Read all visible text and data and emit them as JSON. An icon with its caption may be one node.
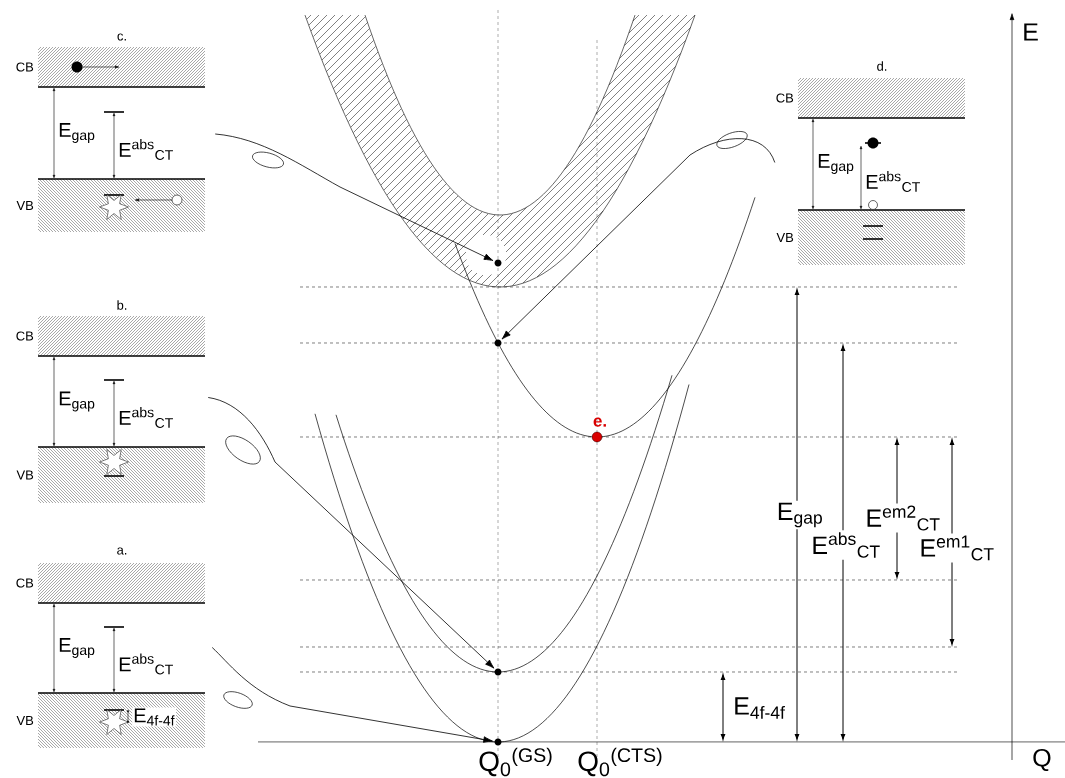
{
  "diagram": {
    "nodes": [
      {
        "text": [
          "c.",
          "CB",
          "VB",
          "E$_{gap}$",
          "E$^{abs}$$_{CT}$"
        ]
      },
      {
        "text": [
          "b.",
          "CB",
          "VB",
          "E$_{gap}$",
          "E$^{abs}$$_{CT}$"
        ]
      },
      {
        "text": [
          "a.",
          "CB",
          "VB",
          "E$_{gap}$",
          "E$^{abs}$$_{CT}$",
          "E$_{4f-4f}$"
        ]
      },
      {
        "text": [
          "d.",
          "CB",
          "VB",
          "E$_{gap}$",
          "E$^{abs}$$_{CT}$"
        ]
      },
      {
        "text": [],
        "shape": "circle"
      },
      {
        "text": [],
        "shape": "circle"
      },
      {
        "text": [],
        "shape": "circle"
      },
      {
        "text": [],
        "shape": "circle"
      },
      {
        "text": [
          "e."
        ]
      }
    ],
    "edges": [
      {
        "from": 0,
        "to": 4,
        "arrow": "to"
      },
      {
        "from": 3,
        "to": 5,
        "arrow": "to"
      },
      {
        "from": 1,
        "to": 6,
        "arrow": "to"
      },
      {
        "from": 2,
        "to": 7,
        "arrow": "to"
      }
    ],
    "labels": [
      "E$_{gap}$",
      "E$^{abs}$$_{CT}$",
      "E$^{em2}$$_{CT}$",
      "E$^{em1}$$_{CT}$",
      "E$_{4f-4f}$",
      "Q$_{0}$$^{(GS)}$",
      "Q$_{0}$$^{(CTS)}$",
      "E",
      "Q"
    ]
  }
}
